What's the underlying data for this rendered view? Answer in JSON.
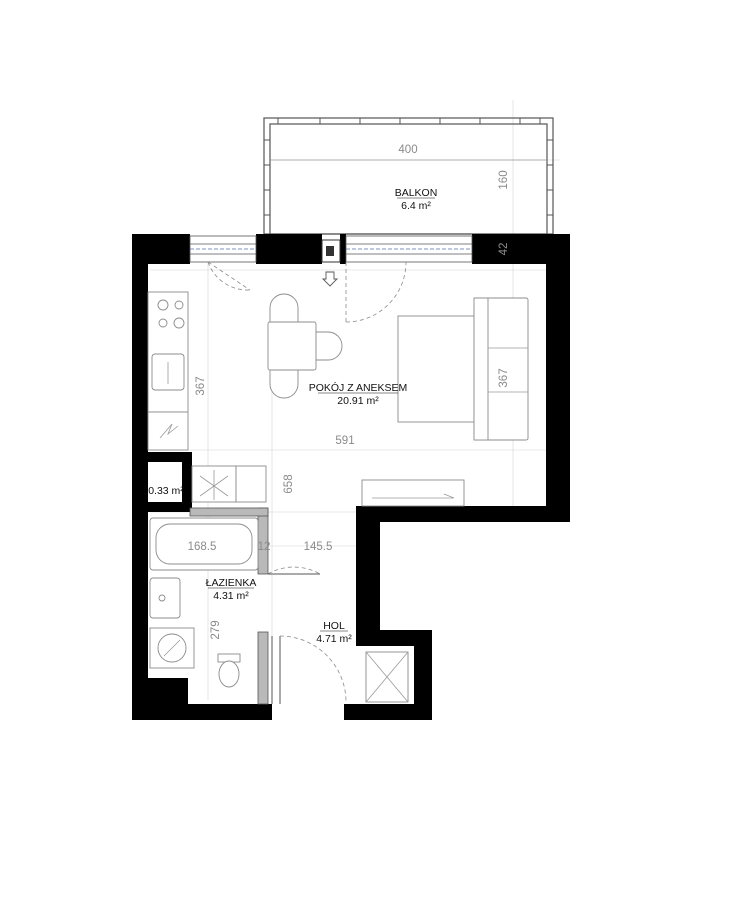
{
  "rooms": {
    "balcony": {
      "name": "BALKON",
      "area": "6.4 m²"
    },
    "living": {
      "name": "POKÓJ Z ANEKSEM",
      "area": "20.91 m²"
    },
    "closet": {
      "area": "0.33 m²"
    },
    "bathroom": {
      "name": "ŁAZIENKA",
      "area": "4.31 m²"
    },
    "hall": {
      "name": "HOL",
      "area": "4.71 m²"
    }
  },
  "dimensions": {
    "balcony_width": "400",
    "balcony_depth": "160",
    "wall_thickness": "42",
    "living_height_left": "367",
    "living_height_right": "367",
    "living_width": "591",
    "total_depth": "658",
    "bath_tub_length": "168.5",
    "partition": "12",
    "hall_width": "145.5",
    "bath_height": "279"
  }
}
